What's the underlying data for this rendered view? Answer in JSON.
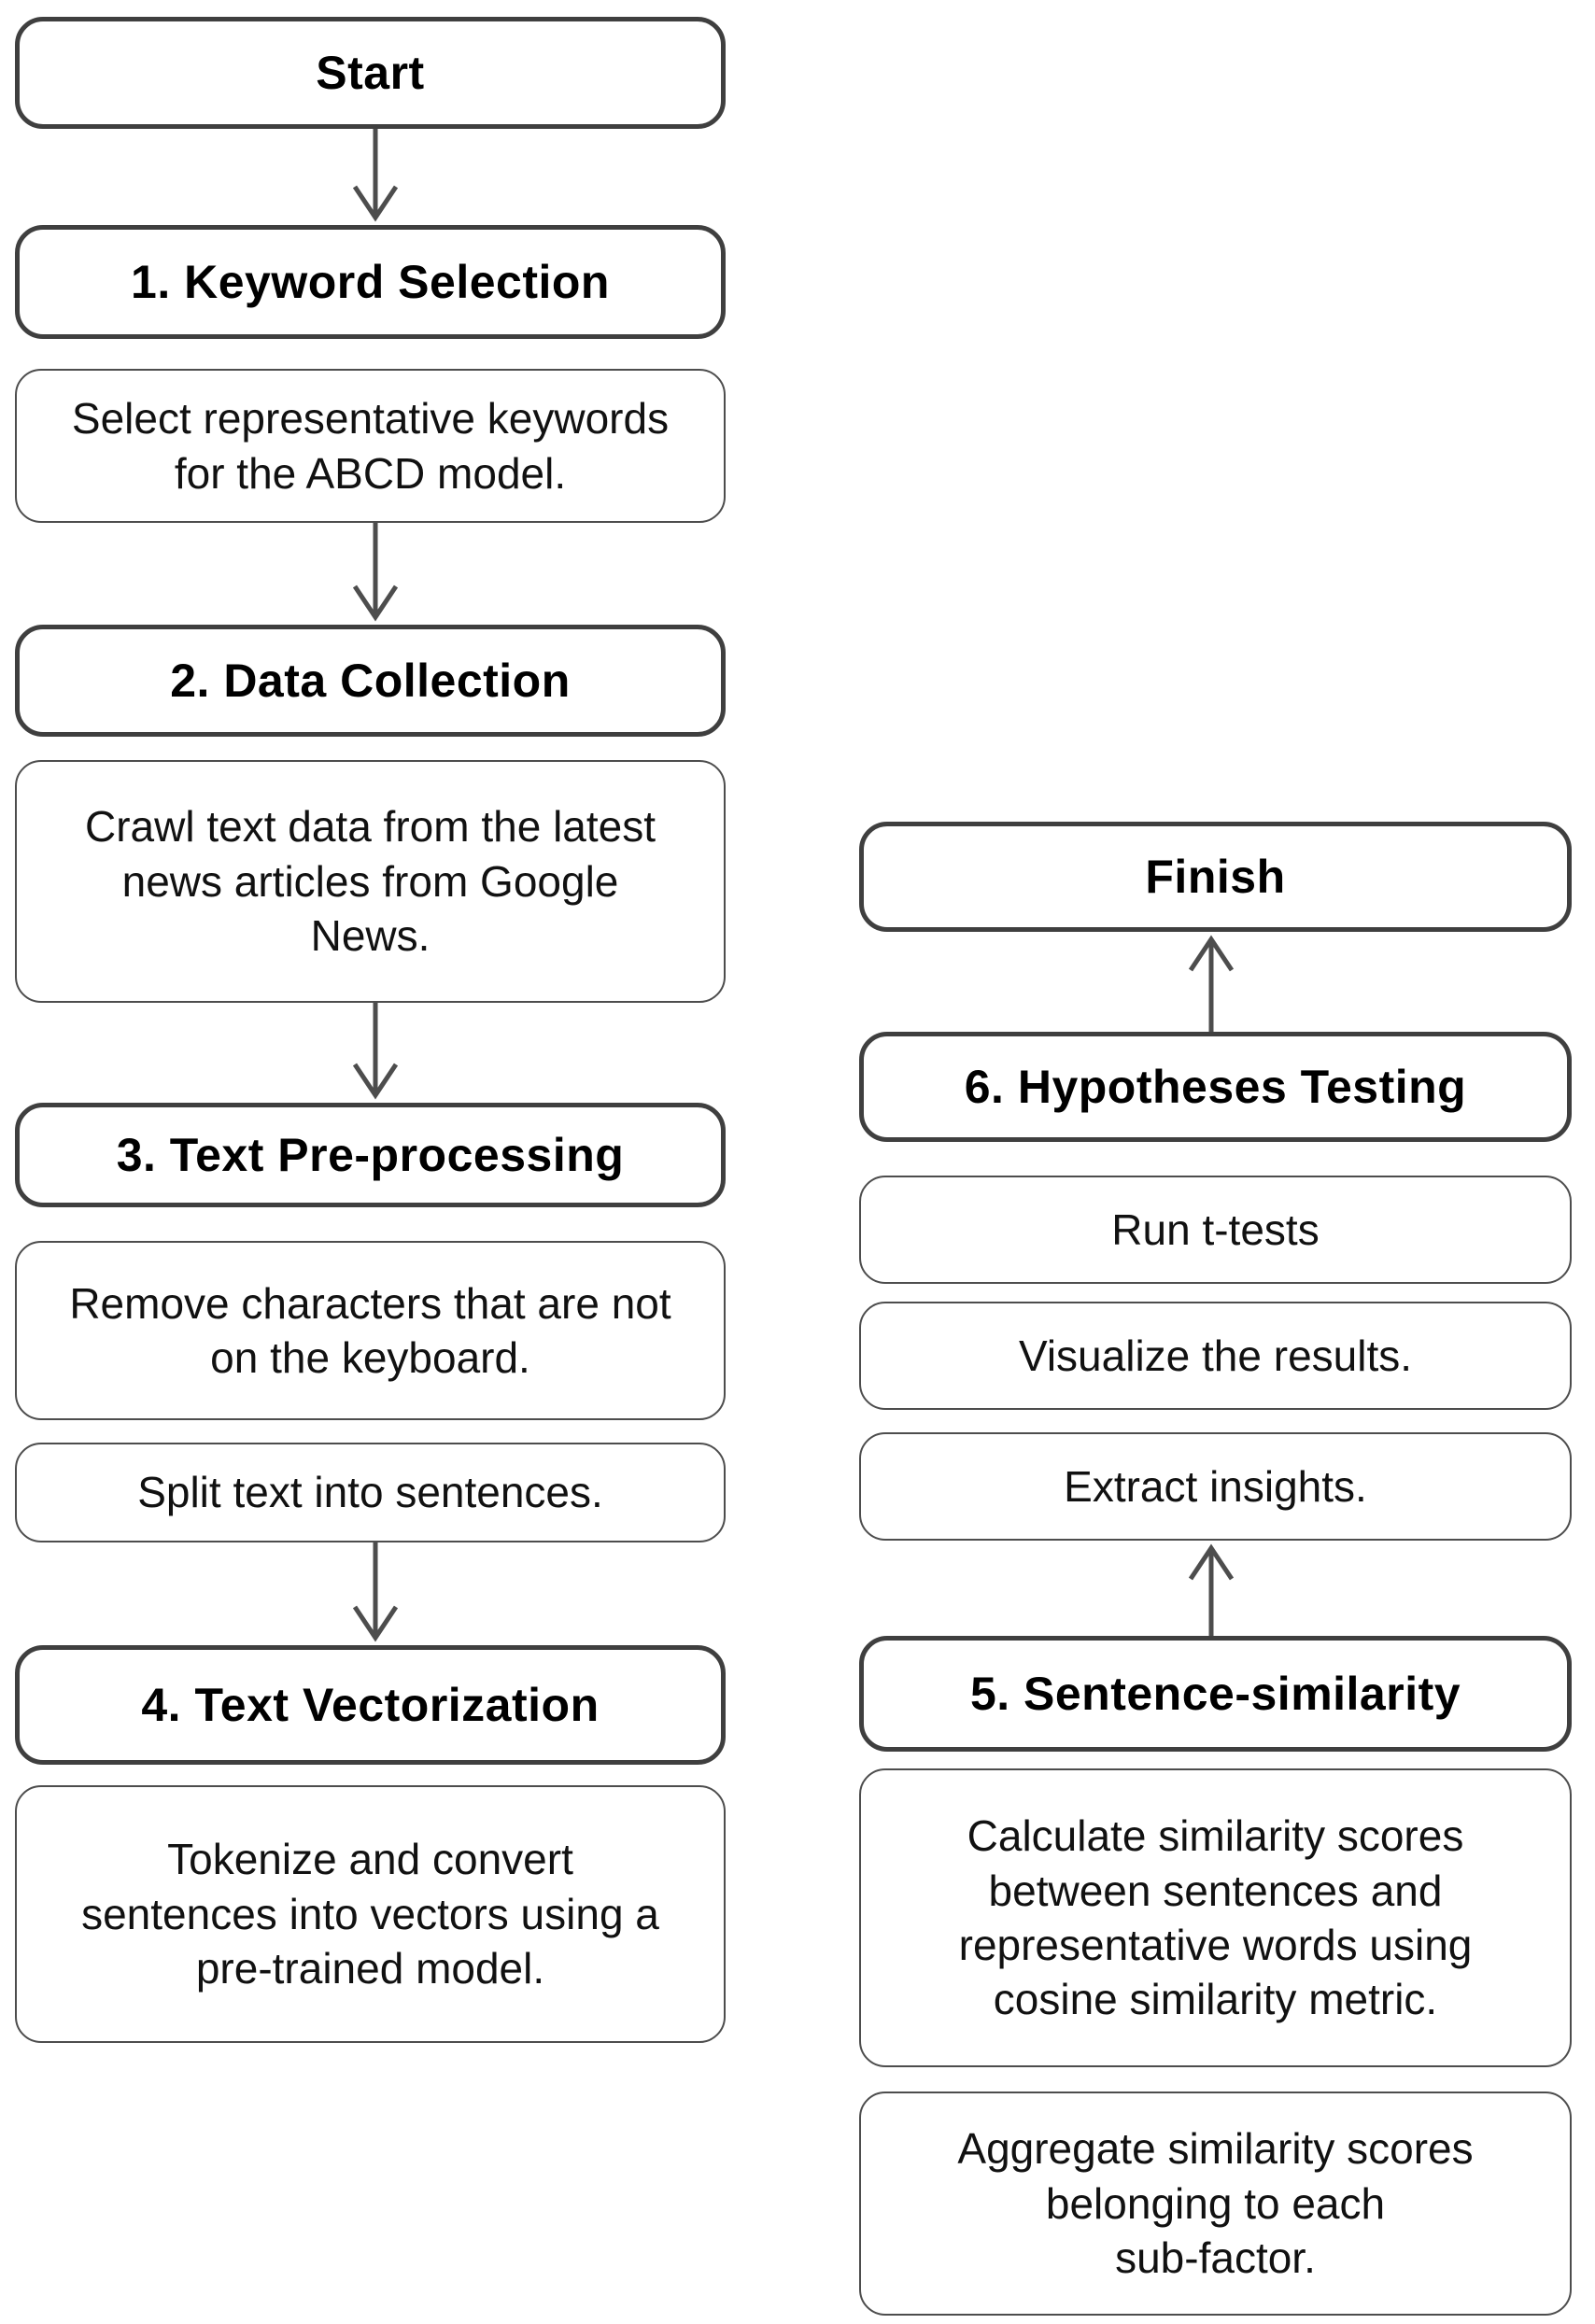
{
  "colors": {
    "background": "#ffffff",
    "border_strong": "#3f3f3f",
    "border_light": "#4d4d4d",
    "arrow": "#4d4d4d",
    "text": "#111111"
  },
  "flowchart": {
    "start": {
      "label": "Start"
    },
    "finish": {
      "label": "Finish"
    },
    "steps": [
      {
        "title": "1. Keyword Selection",
        "descriptions": [
          "Select representative keywords\nfor the ABCD model."
        ]
      },
      {
        "title": "2. Data Collection",
        "descriptions": [
          "Crawl text data from the latest\nnews articles from Google\nNews."
        ]
      },
      {
        "title": "3. Text Pre-processing",
        "descriptions": [
          "Remove characters that are not\non the keyboard.",
          "Split text into sentences."
        ]
      },
      {
        "title": "4. Text Vectorization",
        "descriptions": [
          "Tokenize and convert\nsentences into vectors using a\npre-trained model."
        ]
      },
      {
        "title": "5. Sentence-similarity",
        "descriptions": [
          "Calculate similarity scores\nbetween sentences and\nrepresentative words using\ncosine similarity metric.",
          "Aggregate similarity scores\nbelonging to each\nsub-factor."
        ]
      },
      {
        "title": "6. Hypotheses Testing",
        "descriptions": [
          "Run t-tests",
          "Visualize the results.",
          "Extract insights."
        ]
      }
    ]
  }
}
